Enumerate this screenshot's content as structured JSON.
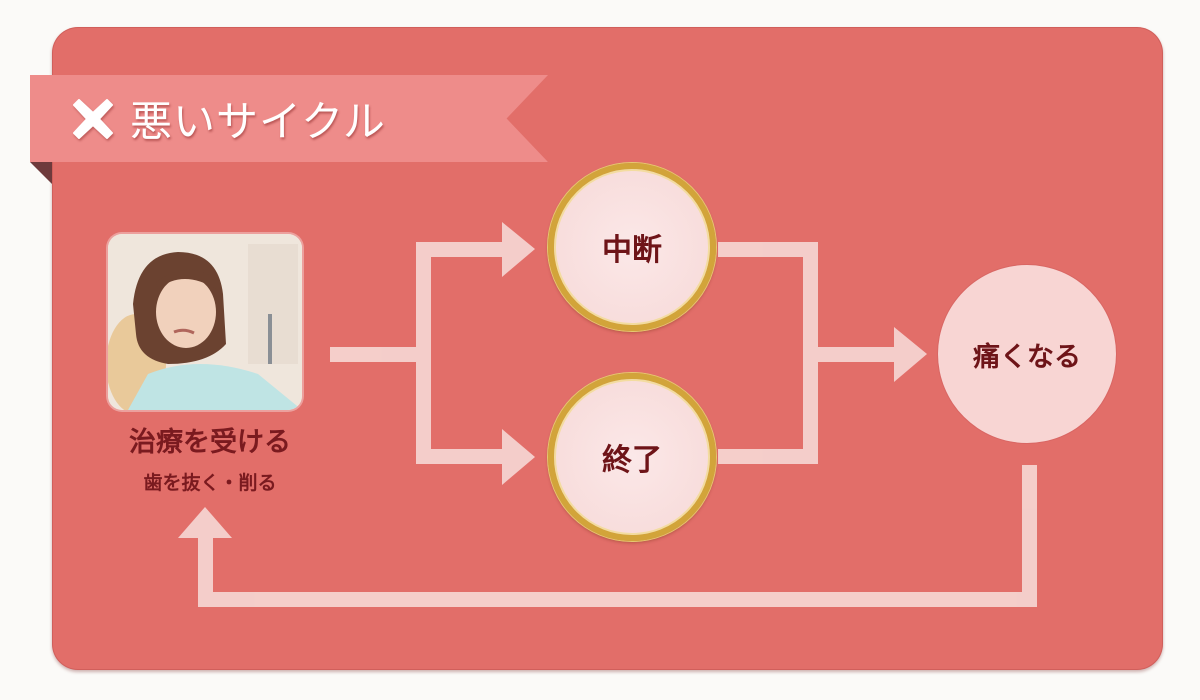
{
  "header": {
    "icon": "x-mark-icon",
    "title": "悪いサイクル"
  },
  "nodes": {
    "start": {
      "image": "patient-in-dental-chair-photo",
      "label": "治療を受ける",
      "sublabel": "歯を抜く・削る"
    },
    "branch_top": {
      "label": "中断"
    },
    "branch_bottom": {
      "label": "終了"
    },
    "result": {
      "label": "痛くなる"
    }
  },
  "flow": [
    {
      "from": "治療を受ける",
      "to": "中断"
    },
    {
      "from": "治療を受ける",
      "to": "終了"
    },
    {
      "from": "中断",
      "to": "痛くなる"
    },
    {
      "from": "終了",
      "to": "痛くなる"
    },
    {
      "from": "痛くなる",
      "to": "治療を受ける"
    }
  ],
  "colors": {
    "panel": "#e26e69",
    "ribbon": "#ee8c8a",
    "circle_fill": "#f8dddc",
    "circle_border": "#d2a43a",
    "text_dark": "#7a1a1f",
    "arrow": "#f6d3d0"
  }
}
